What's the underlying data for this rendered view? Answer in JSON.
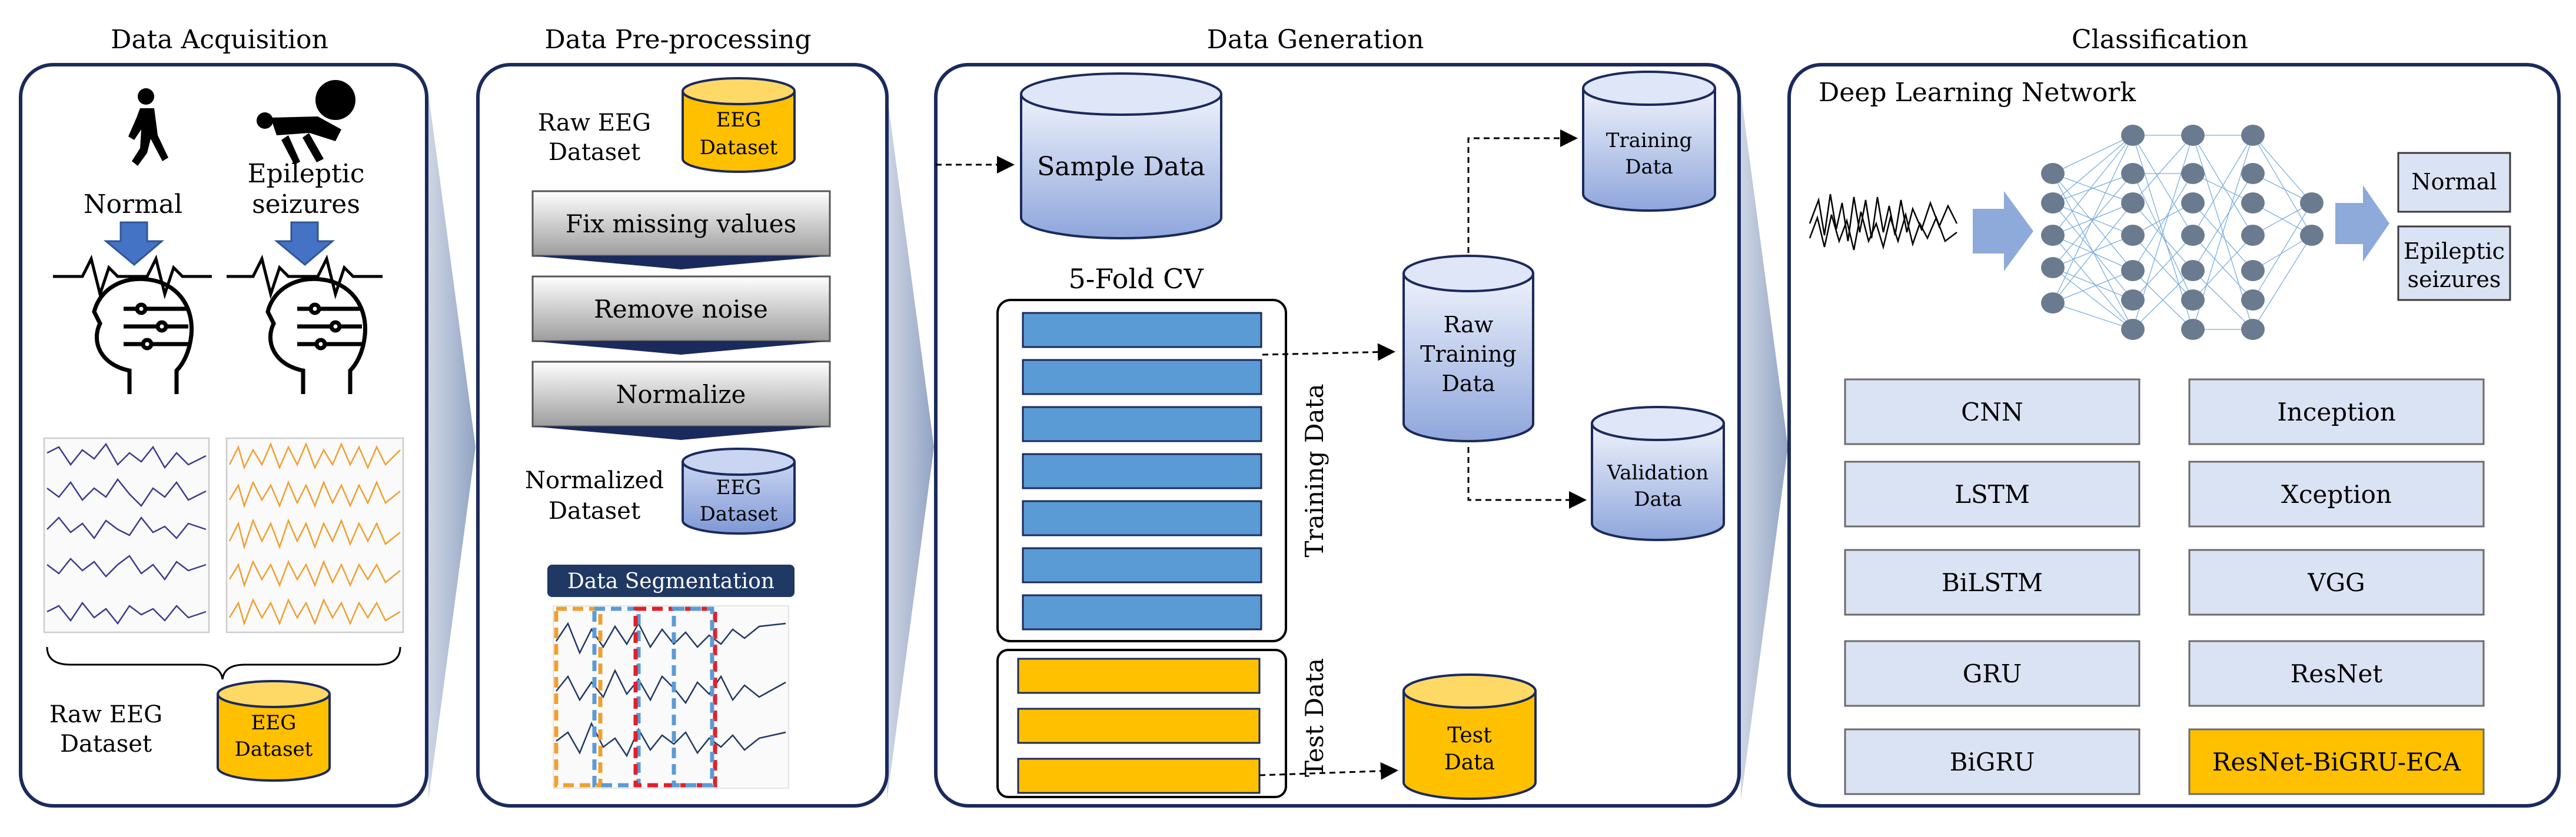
{
  "sections": {
    "acquisition": {
      "title": "Data Acquisition",
      "normal_label": "Normal",
      "seizure_label_line1": "Epileptic",
      "seizure_label_line2": "seizures",
      "raw_label_line1": "Raw EEG",
      "raw_label_line2": "Dataset",
      "cylinder_line1": "EEG",
      "cylinder_line2": "Dataset"
    },
    "preprocessing": {
      "title": "Data Pre-processing",
      "raw_label_line1": "Raw EEG",
      "raw_label_line2": "Dataset",
      "raw_cyl_line1": "EEG",
      "raw_cyl_line2": "Dataset",
      "steps": [
        "Fix missing values",
        "Remove noise",
        "Normalize"
      ],
      "norm_label_line1": "Normalized",
      "norm_label_line2": "Dataset",
      "norm_cyl_line1": "EEG",
      "norm_cyl_line2": "Dataset",
      "segmentation_label": "Data Segmentation"
    },
    "generation": {
      "title": "Data Generation",
      "sample_data": "Sample Data",
      "cv_label": "5-Fold CV",
      "training_data_vertical": "Training Data",
      "test_data_vertical": "Test Data",
      "raw_training_line1": "Raw",
      "raw_training_line2": "Training",
      "raw_training_line3": "Data",
      "training_line1": "Training",
      "training_line2": "Data",
      "validation_line1": "Validation",
      "validation_line2": "Data",
      "test_line1": "Test",
      "test_line2": "Data"
    },
    "classification": {
      "title": "Classification",
      "network_label": "Deep Learning Network",
      "output_normal": "Normal",
      "output_seizure_line1": "Epileptic",
      "output_seizure_line2": "seizures",
      "models_left": [
        "CNN",
        "LSTM",
        "BiLSTM",
        "GRU",
        "BiGRU"
      ],
      "models_right": [
        "Inception",
        "Xception",
        "VGG",
        "ResNet",
        "ResNet-BiGRU-ECA"
      ]
    }
  },
  "colors": {
    "panel_border": "#1b2a5c",
    "cylinder_blue": "#b4c3ea",
    "cylinder_orange": "#ffc000",
    "fold_blue": "#5b9bd5",
    "model_box": "#dae3f3",
    "highlight": "#ffc000",
    "arrow_blue": "#4472c4",
    "chevron": "#8497b0"
  }
}
